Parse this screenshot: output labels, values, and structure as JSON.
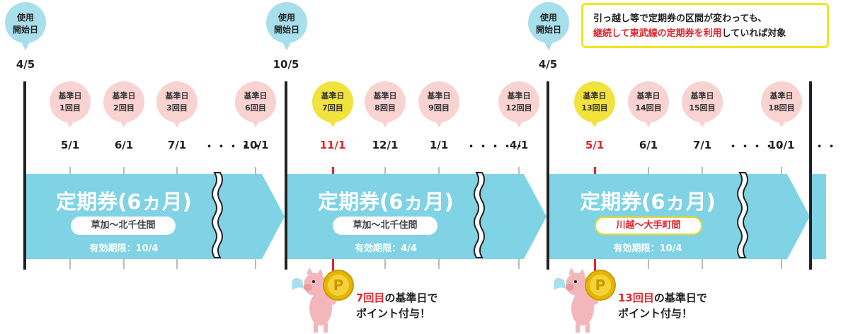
{
  "start_label": "使用\n開始日",
  "starts": [
    {
      "label_l1": "使用",
      "label_l2": "開始日",
      "date": "4/5"
    },
    {
      "label_l1": "使用",
      "label_l2": "開始日",
      "date": "10/5"
    },
    {
      "label_l1": "使用",
      "label_l2": "開始日",
      "date": "4/5"
    }
  ],
  "base_days": [
    {
      "label": "基準日",
      "count": "1回目",
      "date": "5/1",
      "highlight": false
    },
    {
      "label": "基準日",
      "count": "2回目",
      "date": "6/1",
      "highlight": false
    },
    {
      "label": "基準日",
      "count": "3回目",
      "date": "7/1",
      "highlight": false
    },
    {
      "label": "基準日",
      "count": "6回目",
      "date": "10/1",
      "highlight": false
    },
    {
      "label": "基準日",
      "count": "7回目",
      "date": "11/1",
      "highlight": true
    },
    {
      "label": "基準日",
      "count": "8回目",
      "date": "12/1",
      "highlight": false
    },
    {
      "label": "基準日",
      "count": "9回目",
      "date": "1/1",
      "highlight": false
    },
    {
      "label": "基準日",
      "count": "12回目",
      "date": "4/1",
      "highlight": false
    },
    {
      "label": "基準日",
      "count": "13回目",
      "date": "5/1",
      "highlight": true
    },
    {
      "label": "基準日",
      "count": "14回目",
      "date": "6/1",
      "highlight": false
    },
    {
      "label": "基準日",
      "count": "15回目",
      "date": "7/1",
      "highlight": false
    },
    {
      "label": "基準日",
      "count": "18回目",
      "date": "10/1",
      "highlight": false
    }
  ],
  "ellipsis": "・・・・・",
  "ellipsis_end": "・・・",
  "passes": [
    {
      "title": "定期券(6ヵ月)",
      "route": "草加〜北千住間",
      "expiry": "有効期限：10/4",
      "route_highlight": false
    },
    {
      "title": "定期券(6ヵ月)",
      "route": "草加〜北千住間",
      "expiry": "有効期限：4/4",
      "route_highlight": false
    },
    {
      "title": "定期券(6ヵ月)",
      "route": "川越〜大手町間",
      "expiry": "有効期限：10/4",
      "route_highlight": true
    }
  ],
  "notice": {
    "line1": "引っ越し等で定期券の区間が変わっても、",
    "line2_red": "継続して東武線の定期券を利用",
    "line2_rest": "していれば対象"
  },
  "awards": [
    {
      "count_red": "7回目",
      "text1": "の基準日で",
      "text2": "ポイント付与！",
      "coin": "P"
    },
    {
      "count_red": "13回目",
      "text1": "の基準日で",
      "text2": "ポイント付与！",
      "coin": "P"
    }
  ],
  "colors": {
    "band": "#7fd3e4",
    "start_pin": "#a8dfec",
    "base_pin": "#f9d2d2",
    "highlight_pin": "#f2e23d",
    "red": "#e0262d",
    "notice_border": "#f2e51d"
  }
}
